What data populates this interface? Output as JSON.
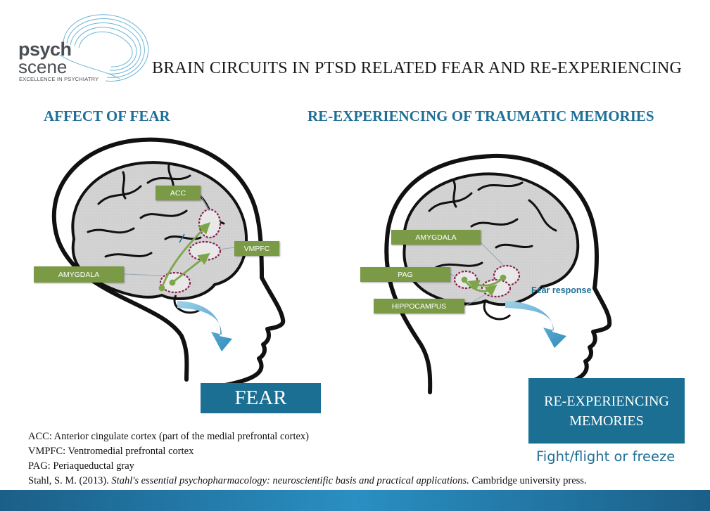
{
  "logo": {
    "line1": "psych",
    "line2": "scene",
    "tagline": "EXCELLENCE IN PSYCHIATRY"
  },
  "title": "BRAIN CIRCUITS IN PTSD RELATED FEAR AND RE-EXPERIENCING",
  "left_panel": {
    "heading": "AFFECT OF FEAR",
    "labels": {
      "acc": "ACC",
      "vmpfc": "VMPFC",
      "amygdala": "AMYGDALA"
    },
    "outcome": "FEAR"
  },
  "right_panel": {
    "heading": "RE-EXPERIENCING OF TRAUMATIC MEMORIES",
    "labels": {
      "amygdala": "AMYGDALA",
      "pag": "PAG",
      "hippocampus": "HIPPOCAMPUS"
    },
    "fear_response": "Fear response",
    "outcome_line1": "RE-EXPERIENCING",
    "outcome_line2": "MEMORIES",
    "fight_flight": "Fight/flight or freeze"
  },
  "references": {
    "acc": "ACC: Anterior cingulate cortex (part of the medial prefrontal cortex)",
    "vmpfc": "VMPFC: Ventromedial prefrontal cortex",
    "pag": "PAG: Periaqueductal gray",
    "citation_author": "Stahl, S. M. (2013). ",
    "citation_title": "Stahl's essential psychopharmacology: neuroscientific basis and practical applications.",
    "citation_publisher": " Cambridge university press."
  },
  "colors": {
    "accent_blue": "#1f6f96",
    "label_green": "#7a9a46",
    "region_outline": "#8b1e4f",
    "outline_black": "#111111"
  },
  "icons": {
    "brain": "brain-icon",
    "head": "head-silhouette-icon",
    "arrow": "curved-arrow-icon"
  }
}
